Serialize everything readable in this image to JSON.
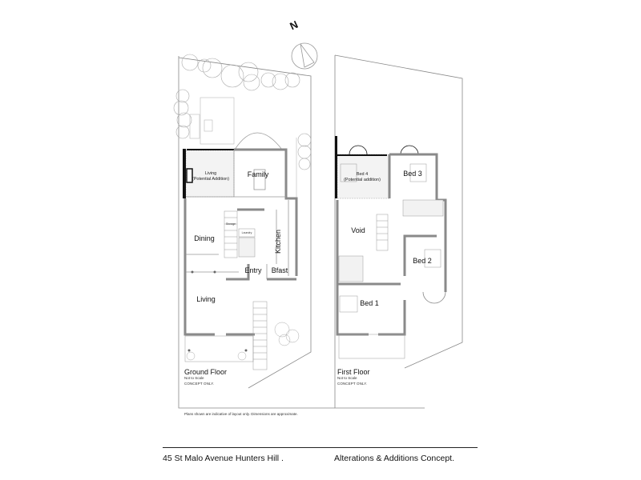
{
  "drawing": {
    "north_label": "N",
    "address": "45 St Malo Avenue Hunters Hill .",
    "project": "Alterations & Additions Concept.",
    "disclaimer": "Plans shown are indicative of layout only. Dimensions are approximate.",
    "colors": {
      "wall": "#8a8a8a",
      "new_wall": "#111111",
      "line": "#888888",
      "paper": "#ffffff"
    }
  },
  "ground_floor": {
    "title": "Ground Floor",
    "scale_note": "Not to Scale",
    "concept_note": "CONCEPT ONLY.",
    "rooms": {
      "living_addition": "Living",
      "living_addition_note": "(Potential Addition)",
      "family": "Family",
      "dining": "Dining",
      "kitchen": "Kitchen",
      "entry": "Entry",
      "bfast": "Bfast",
      "living": "Living",
      "storage": "Storage",
      "laundry": "Laundry"
    }
  },
  "first_floor": {
    "title": "First Floor",
    "scale_note": "Not to Scale",
    "concept_note": "CONCEPT ONLY.",
    "rooms": {
      "bed4": "Bed 4",
      "bed4_note": "(Potential addition)",
      "bed3": "Bed 3",
      "void": "Void",
      "bed2": "Bed 2",
      "bed1": "Bed 1"
    }
  }
}
